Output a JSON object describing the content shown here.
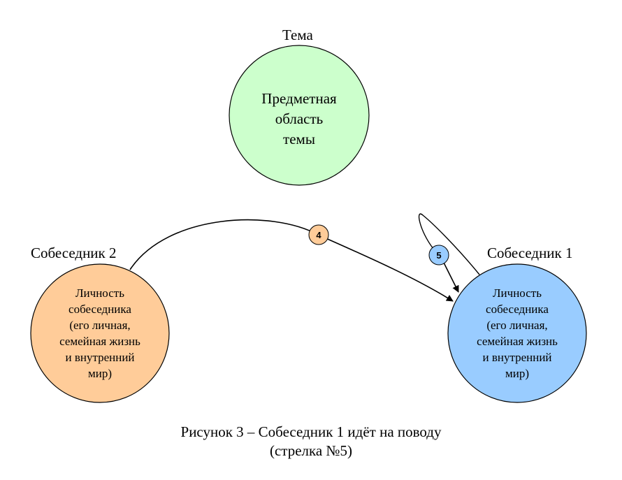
{
  "colors": {
    "topic_fill": "#ccffcc",
    "person2_fill": "#ffcc99",
    "person1_fill": "#99ccff",
    "badge4_fill": "#ffcc99",
    "badge5_fill": "#99ccff",
    "stroke": "#000000"
  },
  "topic": {
    "title": "Тема",
    "lines": [
      "Предметная",
      "область",
      "темы"
    ]
  },
  "person2": {
    "title": "Собеседник 2",
    "lines": [
      "Личность",
      "собеседника",
      "(его личная,",
      "семейная жизнь",
      "и внутренний",
      "мир)"
    ]
  },
  "person1": {
    "title": "Собеседник 1",
    "lines": [
      "Личность",
      "собеседника",
      "(его личная,",
      "семейная жизнь",
      "и внутренний",
      "мир)"
    ]
  },
  "arrows": [
    {
      "id": "4",
      "from": "Собеседник 2",
      "to": "Собеседник 1"
    },
    {
      "id": "5",
      "from": "Собеседник 1",
      "to": "Собеседник 1"
    }
  ],
  "caption": {
    "line1": "Рисунок 3 – Собеседник 1 идёт на поводу",
    "line2": "(стрелка №5)"
  }
}
